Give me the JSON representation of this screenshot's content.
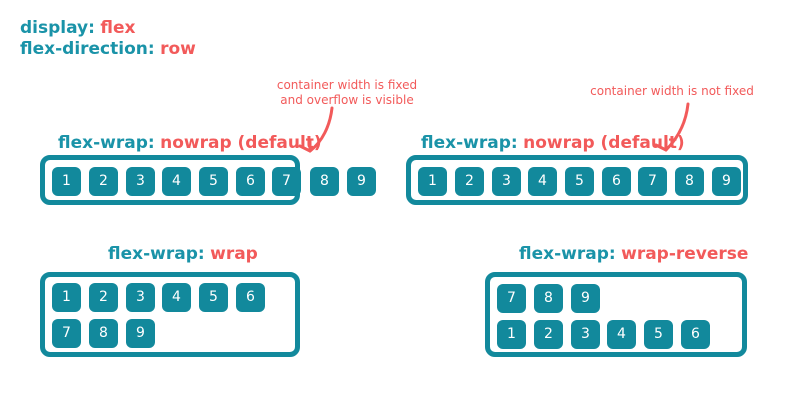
{
  "header": {
    "display_prop": "display",
    "display_val": "flex",
    "direction_prop": "flex-direction",
    "direction_val": "row"
  },
  "separator": ":",
  "notes": {
    "fixed_line1": "container width is fixed",
    "fixed_line2": "and overflow is visible",
    "not_fixed": "container width is not fixed"
  },
  "panels": [
    {
      "prop": "flex-wrap",
      "value": "nowrap (default)",
      "items": [
        "1",
        "2",
        "3",
        "4",
        "5",
        "6",
        "7",
        "8",
        "9"
      ]
    },
    {
      "prop": "flex-wrap",
      "value": "nowrap (default)",
      "items": [
        "1",
        "2",
        "3",
        "4",
        "5",
        "6",
        "7",
        "8",
        "9"
      ]
    },
    {
      "prop": "flex-wrap",
      "value": "wrap",
      "items": [
        "1",
        "2",
        "3",
        "4",
        "5",
        "6",
        "7",
        "8",
        "9"
      ]
    },
    {
      "prop": "flex-wrap",
      "value": "wrap-reverse",
      "items": [
        "1",
        "2",
        "3",
        "4",
        "5",
        "6",
        "7",
        "8",
        "9"
      ]
    }
  ],
  "colors": {
    "accent_teal": "#12899c",
    "label_teal": "#1a93a8",
    "value_red": "#f25a5a"
  }
}
